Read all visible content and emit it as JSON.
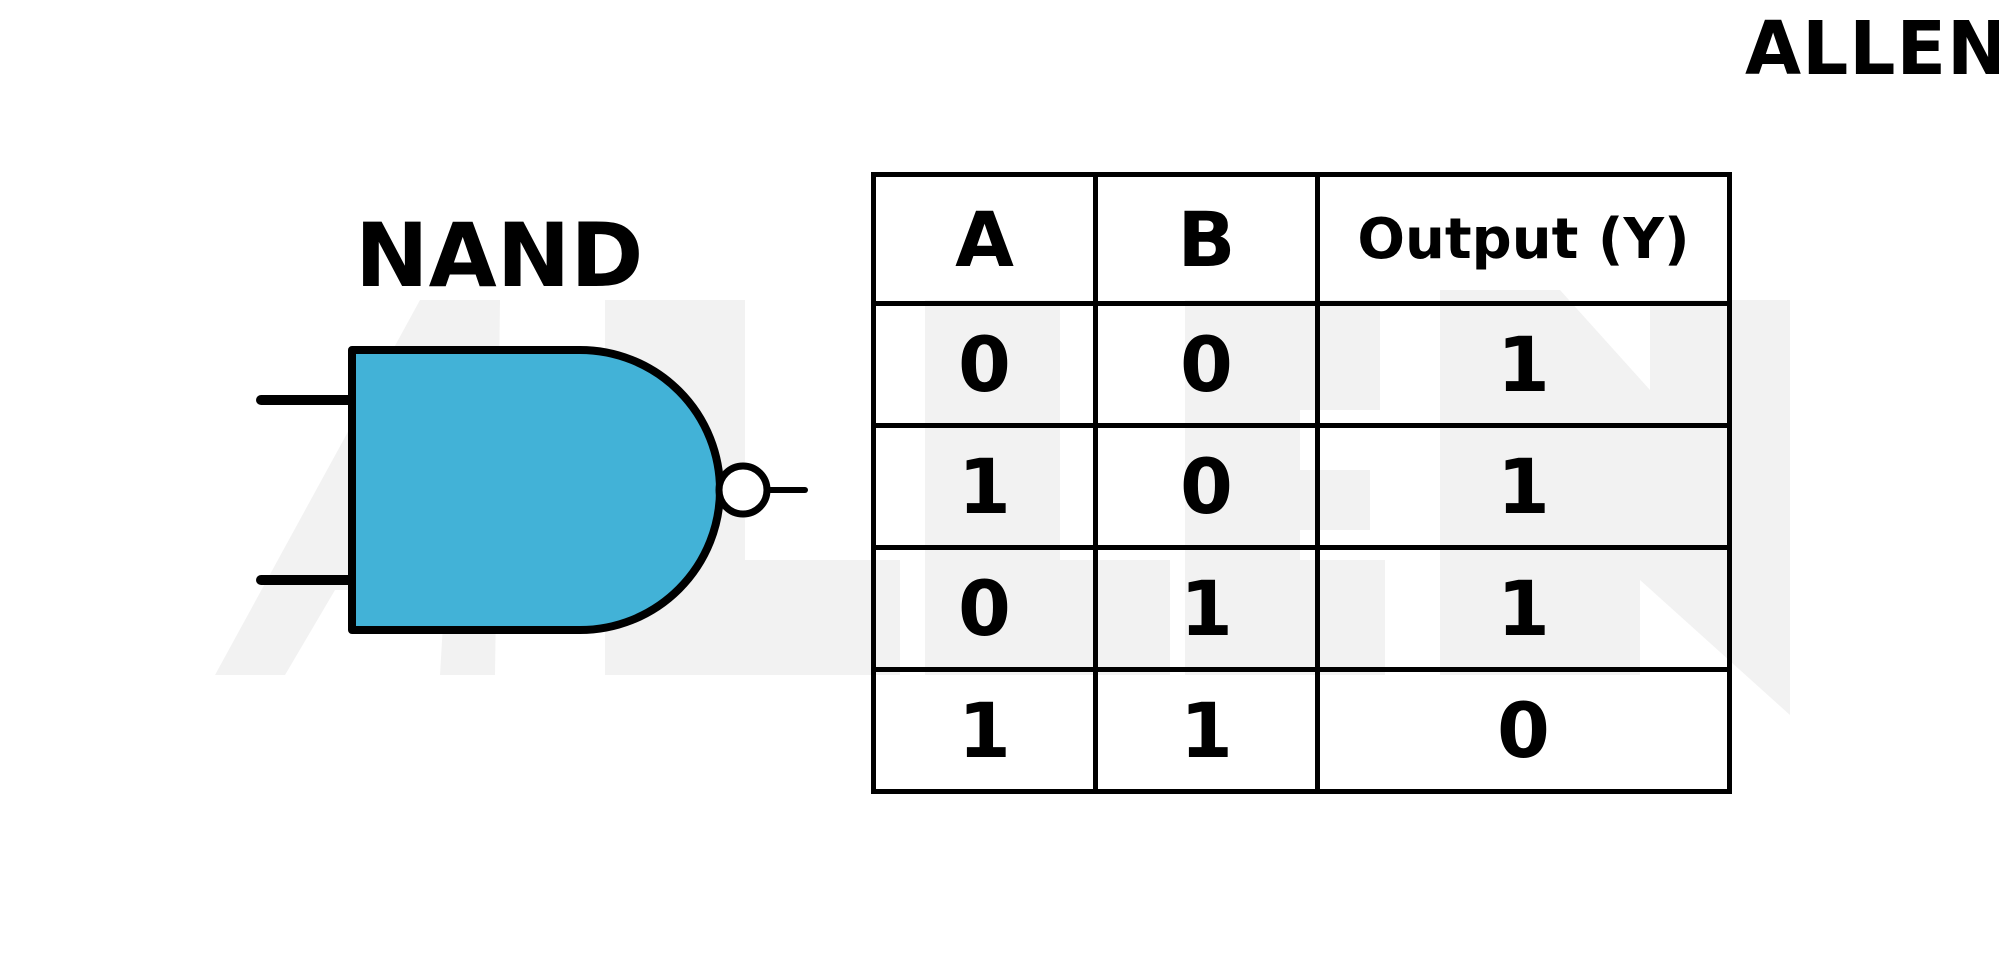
{
  "brand": {
    "logo_text": "ALLEN",
    "watermark_text": "ALLEN"
  },
  "gate": {
    "title": "NAND",
    "body_color": "#42B2D7",
    "stroke_color": "#000000"
  },
  "truth_table": {
    "headers": [
      "A",
      "B",
      "Output (Y)"
    ],
    "rows": [
      [
        "0",
        "0",
        "1"
      ],
      [
        "1",
        "0",
        "1"
      ],
      [
        "0",
        "1",
        "1"
      ],
      [
        "1",
        "1",
        "0"
      ]
    ]
  },
  "colors": {
    "watermark": "#F2F2F2",
    "text": "#000000",
    "background": "#FFFFFF"
  }
}
